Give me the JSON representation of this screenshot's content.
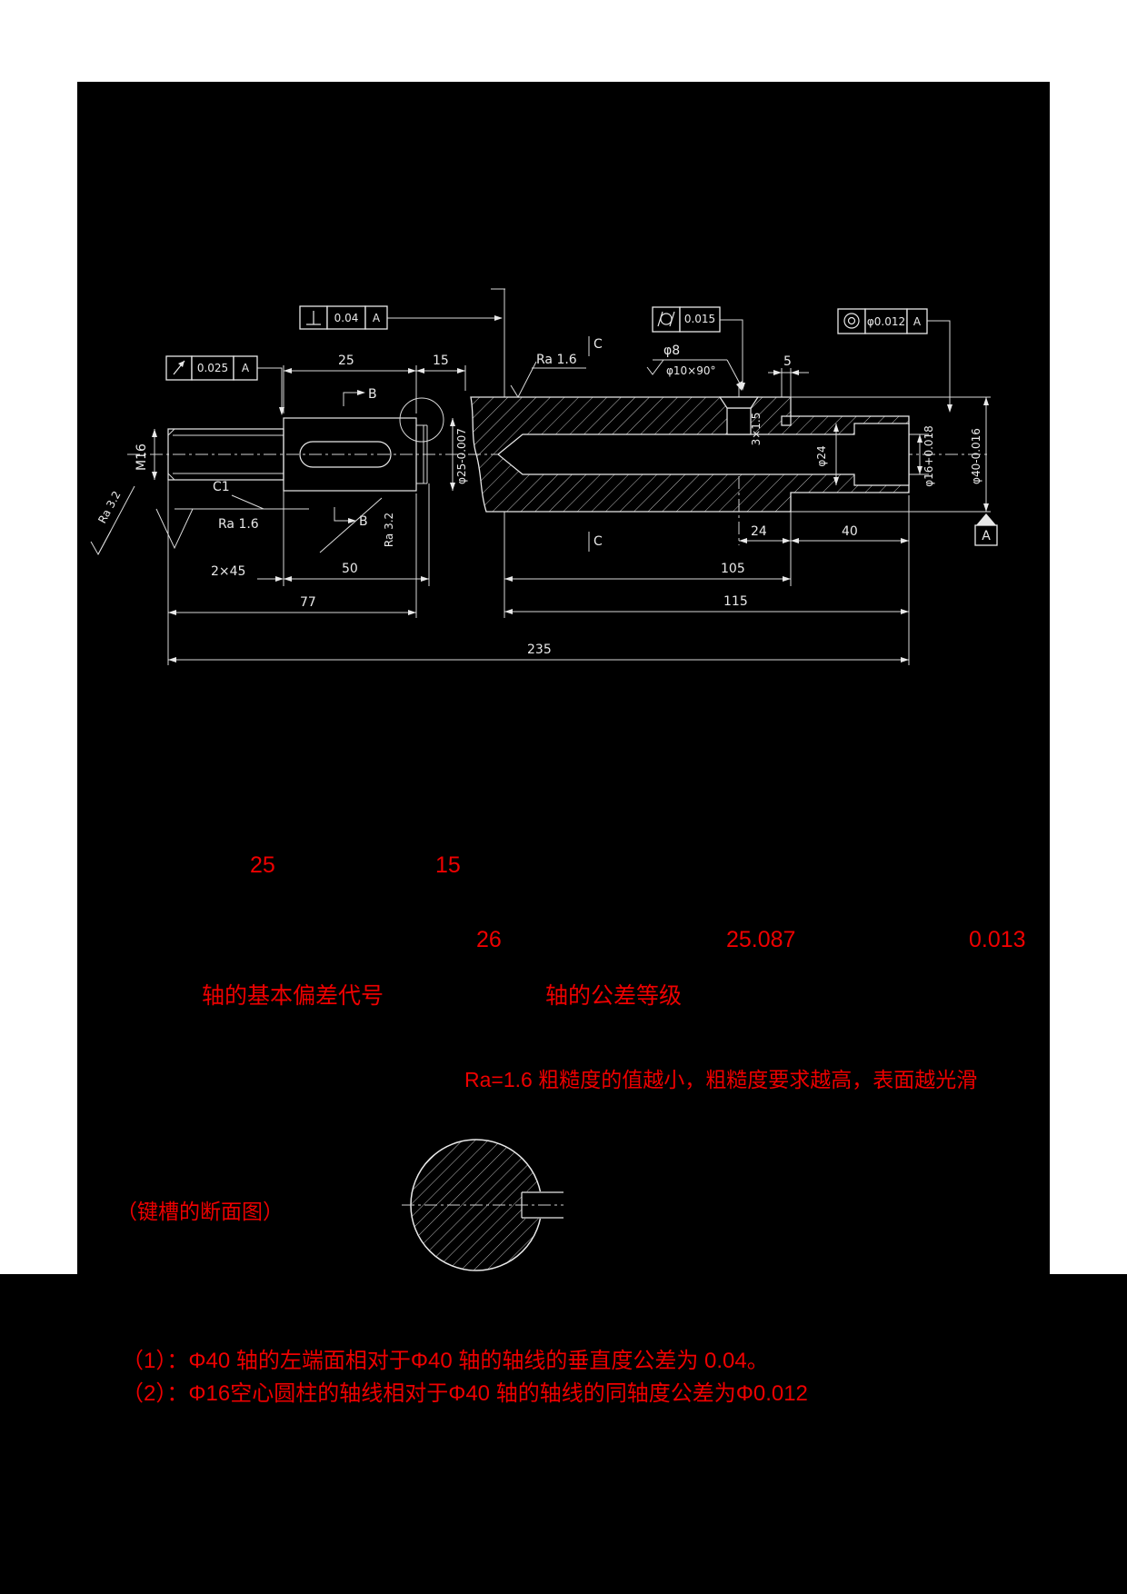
{
  "colors": {
    "page_bg": "#ffffff",
    "panel_bg": "#000000",
    "line": "#e8e8e8",
    "red": "#ee0000"
  },
  "drawing": {
    "frames": {
      "runout": {
        "symbol": "circular-runout",
        "value": "0.025",
        "datum": "A"
      },
      "perp": {
        "symbol": "perpendicularity",
        "value": "0.04",
        "datum": "A"
      },
      "cyl": {
        "symbol": "cylindricity",
        "value": "0.015"
      },
      "conc": {
        "symbol": "concentricity",
        "value": "φ0.012",
        "datum": "A"
      }
    },
    "dims": {
      "d25": "25",
      "d15": "15",
      "d5": "5",
      "m16": "M16",
      "c1": "C1",
      "ch245": "2×45",
      "d50": "50",
      "d77": "77",
      "d24": "24",
      "d40": "40",
      "d105": "105",
      "d115": "115",
      "d235": "235",
      "phi8": "φ8",
      "csk": "φ10×90°",
      "ra16": "Ra 1.6",
      "ra32": "Ra 3.2",
      "phi25": "φ25-0.007",
      "phi24": "φ24",
      "phi16": "φ16+0.018",
      "phi40": "φ40-0.016",
      "groove": "3×1.5",
      "secB": "B",
      "secC": "C",
      "datumA": "A"
    }
  },
  "annotations": {
    "row1": {
      "v1": "25",
      "v2": "15"
    },
    "row2": {
      "v1": "26",
      "v2": "25.087",
      "v3": "0.013"
    },
    "row3": {
      "label1": "轴的基本偏差代号",
      "label2": "轴的公差等级"
    },
    "row4": "Ra=1.6 粗糙度的值越小，粗糙度要求越高，表面越光滑",
    "keyway_caption": "（键槽的断面图）",
    "note1": "（1）：Φ40 轴的左端面相对于Φ40 轴的轴线的垂直度公差为 0.04。",
    "note2": "（2）：Φ16空心圆柱的轴线相对于Φ40 轴的轴线的同轴度公差为Φ0.012"
  }
}
